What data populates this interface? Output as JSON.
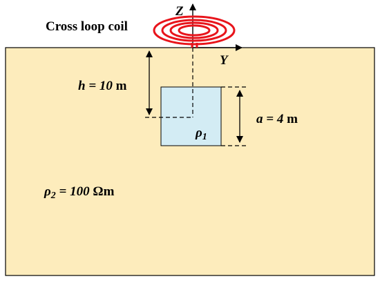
{
  "coil": {
    "label": "Cross loop coil",
    "color": "#e8141b"
  },
  "axes": {
    "z_label": "Z",
    "y_label": "Y"
  },
  "depth": {
    "var": "h",
    "rest": " = 10",
    "unit": " m"
  },
  "body": {
    "size_var": "a",
    "size_rest": " = 4",
    "size_unit": " m",
    "rho_symbol": "ρ",
    "rho_sub": "1",
    "fill_color": "#d3ecf4"
  },
  "host": {
    "rho_symbol": "ρ",
    "rho_sub": "2",
    "rho_value": " = 100",
    "rho_unit": " Ωm",
    "fill_color": "#fdecbc"
  }
}
